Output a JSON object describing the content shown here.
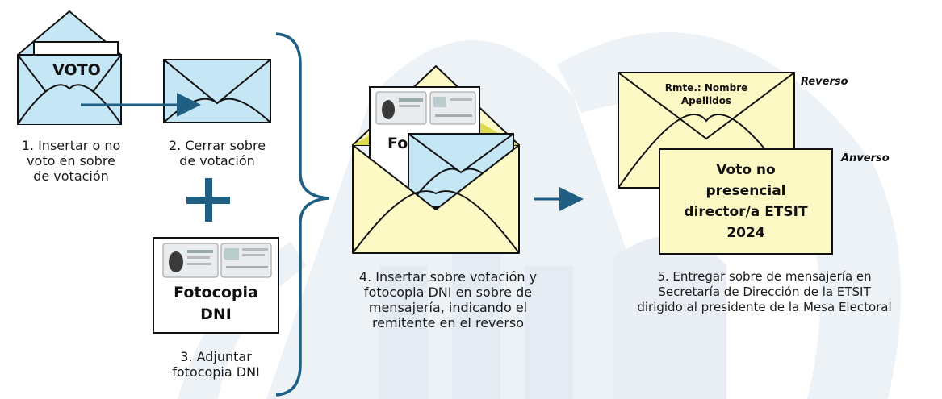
{
  "colors": {
    "envelope_blue": "#c5e6f5",
    "envelope_yellow": "#fdf9c4",
    "flap_olive": "#ddd94e",
    "accent": "#1f5f84",
    "watermark": "#e9eff5"
  },
  "icons": [
    "envelope-icon",
    "vote-slip-icon",
    "id-card-icon",
    "plus-icon",
    "arrow-icon",
    "brace-icon"
  ],
  "steps": {
    "s1": {
      "ballot_label": "VOTO",
      "caption": [
        "1. Insertar o no",
        "voto en sobre",
        "de votación"
      ]
    },
    "s2": {
      "caption": [
        "2. Cerrar sobre",
        "de votación"
      ]
    },
    "s3": {
      "doc_label": [
        "Fotocopia",
        "DNI"
      ],
      "caption": [
        "3. Adjuntar",
        "fotocopia DNI"
      ]
    },
    "s4": {
      "partial_label": "Fo",
      "caption": [
        "4. Insertar sobre votación y",
        "fotocopia DNI en sobre de",
        "mensajería, indicando el",
        "remitente en el reverso"
      ]
    },
    "s5": {
      "back_label": "Reverso",
      "front_label": "Anverso",
      "sender": [
        "Rmte.: Nombre",
        "Apellidos"
      ],
      "front_text": [
        "Voto no",
        "presencial",
        "director/a ETSIT",
        "2024"
      ],
      "caption": [
        "5. Entregar sobre de mensajería en",
        "Secretaría de Dirección de la ETSIT",
        "dirigido al presidente de la Mesa Electoral"
      ]
    }
  }
}
